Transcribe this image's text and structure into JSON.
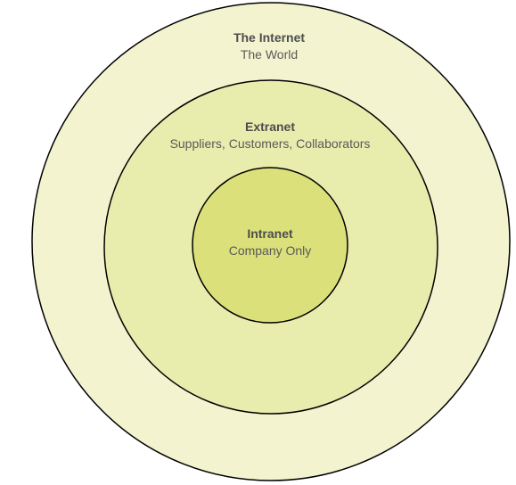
{
  "rings": [
    {
      "id": "internet",
      "title": "The Internet",
      "subtitle": "The World",
      "fill": "#f3f4cf"
    },
    {
      "id": "extranet",
      "title": "Extranet",
      "subtitle": "Suppliers, Customers, Collaborators",
      "fill": "#e8ecad"
    },
    {
      "id": "intranet",
      "title": "Intranet",
      "subtitle": "Company Only",
      "fill": "#dbe07a"
    }
  ],
  "colors": {
    "stroke": "#000000",
    "title_text": "#4d4d4d",
    "subtitle_text": "#5a5a5a"
  }
}
